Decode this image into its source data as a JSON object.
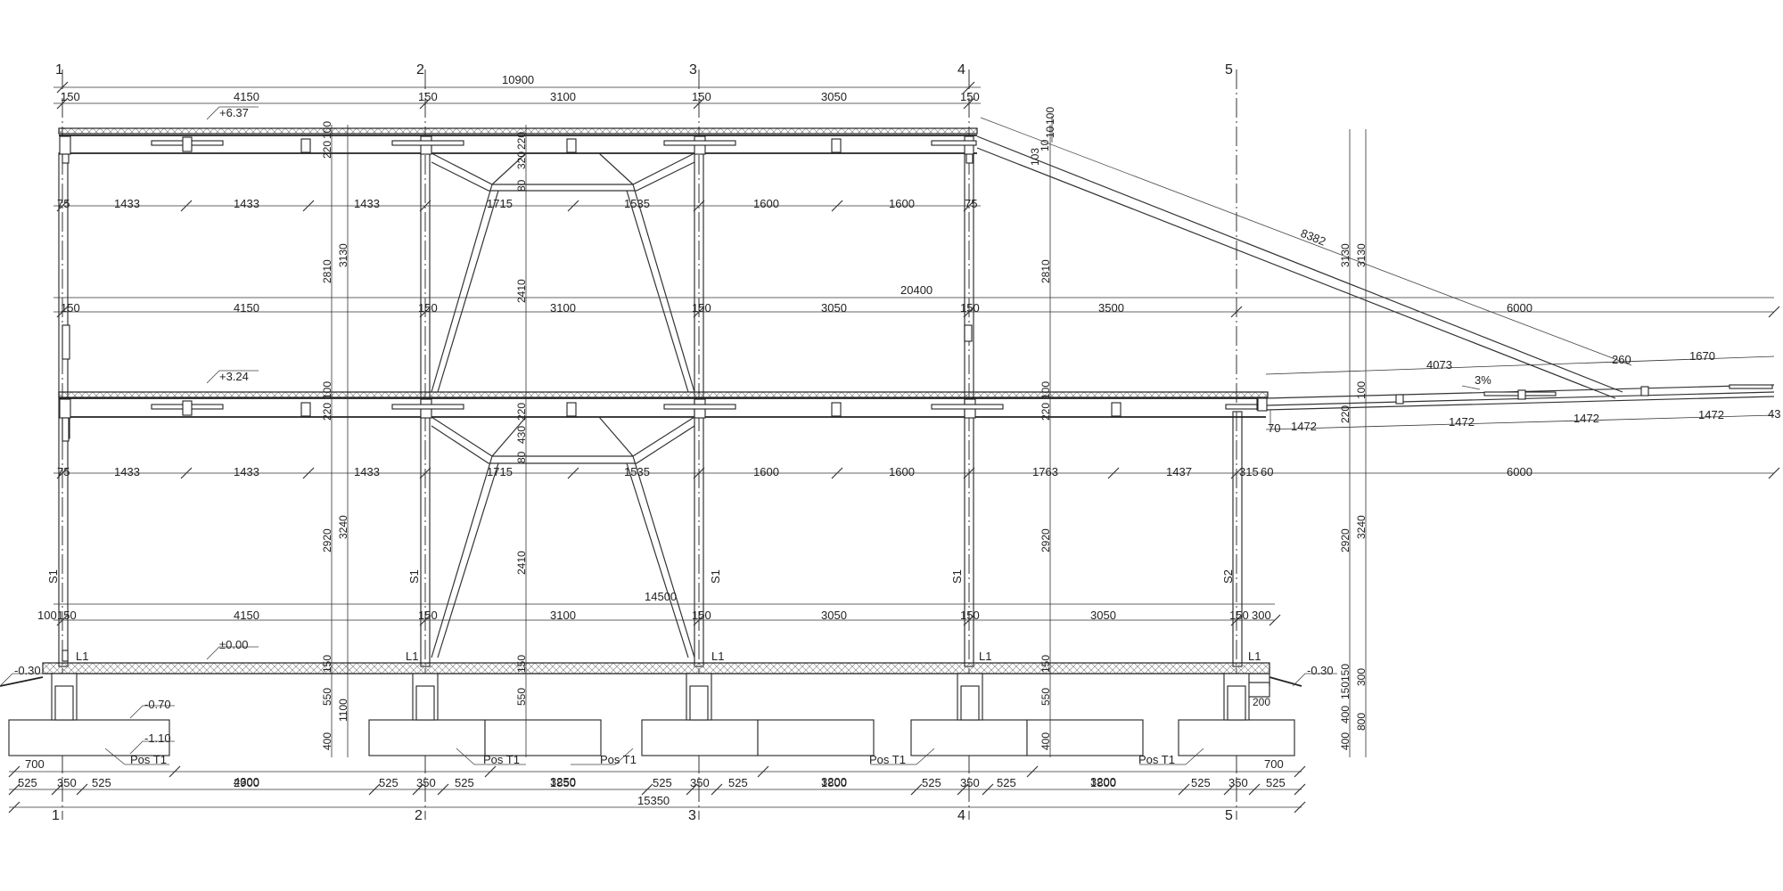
{
  "axes": [
    "1",
    "2",
    "3",
    "4",
    "5"
  ],
  "levels": {
    "roof": "+6.37",
    "first": "+3.24",
    "ground": "±0.00",
    "ext_left": "-0.30",
    "ext_right": "-0.30",
    "found1": "-0.70",
    "found2": "-1.10"
  },
  "labels": {
    "col_s1": "S1",
    "col_s2": "S2",
    "anchor": "L1",
    "footing": "Pos T1",
    "slope": "3%"
  },
  "dim_top": {
    "total": "10900",
    "a": "150",
    "b": "4150",
    "c": "150",
    "d": "3100",
    "e": "150",
    "f": "3050",
    "g": "150"
  },
  "dim_roof_joists": {
    "a": "75",
    "b": "1433",
    "c": "1433",
    "d": "1433",
    "e": "1715",
    "f": "1535",
    "g": "1600",
    "h": "1600",
    "i": "75"
  },
  "dim_mid": {
    "total": "20400",
    "a": "150",
    "b": "4150",
    "c": "150",
    "d": "3100",
    "e": "150",
    "f": "3050",
    "g": "150",
    "h": "3500",
    "i": "6000"
  },
  "dim_floor_joists": {
    "a": "75",
    "b": "1433",
    "c": "1433",
    "d": "1433",
    "e": "1715",
    "f": "1535",
    "g": "1600",
    "h": "1600",
    "i": "1763",
    "j": "1437",
    "k": "315",
    "l": "60",
    "m": "6000"
  },
  "dim_lower": {
    "total": "14500",
    "a": "100",
    "b": "150",
    "c": "4150",
    "d": "150",
    "e": "3100",
    "f": "150",
    "g": "3050",
    "h": "150",
    "i": "3050",
    "j": "150",
    "k": "300"
  },
  "dim_canopy": {
    "a": "4073",
    "b": "260",
    "c": "1670",
    "d": "70",
    "e": "1472",
    "f": "1472",
    "g": "1472",
    "h": "1472",
    "i": "43",
    "rafter": "8382"
  },
  "vdims": {
    "roof_beam": "220",
    "roof_top": "100",
    "storey2": "2810",
    "storey2_total": "3130",
    "floor_beam": "220",
    "floor_top": "100",
    "storey1": "2920",
    "storey1_total": "3240",
    "truss_a": "80",
    "truss_b": "320",
    "truss_c": "430",
    "truss_h": "2410",
    "slab": "150",
    "found_a": "550",
    "found_b": "400",
    "found_total": "1100",
    "right_a": "150",
    "right_b": "150",
    "right_c": "300",
    "right_d": "400",
    "right_e": "800",
    "roofdiag_a": "103",
    "roofdiag_b": "10",
    "roofdiag_c": "10",
    "roofdiag_d": "100",
    "ped": "200"
  },
  "dim_bottom1": {
    "a": "700",
    "b": "4300",
    "c": "3250",
    "d": "3200",
    "e": "3200",
    "f": "700"
  },
  "dim_bottom2": {
    "a": "525",
    "b": "350",
    "c": "525",
    "d": "2900",
    "e": "525",
    "f": "350",
    "g": "525",
    "h": "1850",
    "i": "525",
    "j": "350",
    "k": "525",
    "l": "1800",
    "m": "525",
    "n": "350",
    "o": "525",
    "p": "1800",
    "q": "525",
    "r": "350",
    "s": "525"
  },
  "dim_bottom3": {
    "total": "15350"
  }
}
